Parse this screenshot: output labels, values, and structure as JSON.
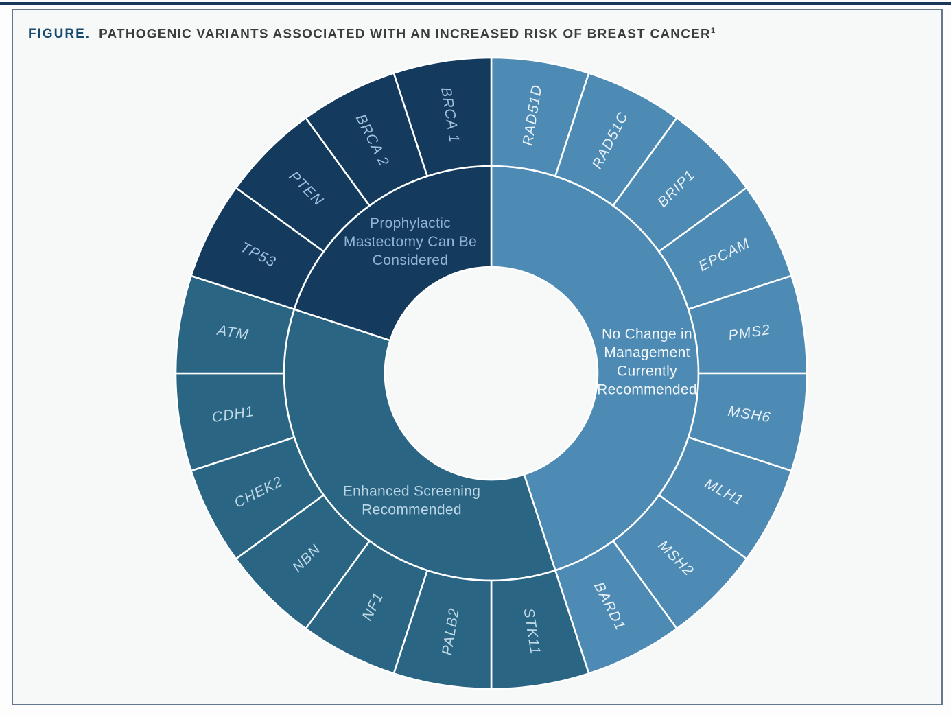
{
  "page": {
    "title_prefix": "FIGURE.",
    "title_text": "PATHOGENIC VARIANTS ASSOCIATED WITH AN INCREASED RISK OF BREAST CANCER",
    "title_superscript": "1"
  },
  "colors": {
    "no_change": "#4d8ab4",
    "enhanced": "#2a6584",
    "prophylactic": "#143a5e",
    "separator": "#ffffff",
    "gene_label_on_no_change": "#e9f1f7",
    "gene_label_on_enhanced": "#bfd8e6",
    "gene_label_on_prophylactic": "#a0c0db",
    "group_label_on_no_change": "#f2f7fb",
    "group_label_on_enhanced": "#bdd6e5",
    "group_label_on_prophylactic": "#8fb5d2",
    "title_prefix": "#174a6f",
    "title_text": "#3b3c3e",
    "top_rule": "#18375b",
    "card_border": "#64778c",
    "card_background": "#f7f8f8"
  },
  "chart_data": {
    "type": "sunburst",
    "title": "FIGURE. PATHOGENIC VARIANTS ASSOCIATED WITH AN INCREASED RISK OF BREAST CANCER",
    "description": "Two-ring donut (sunburst): inner ring = management recommendation category, outer ring = pathogenic gene variants; 20 equal outer segments of 18 degrees each, angles measured clockwise from 12 o'clock",
    "segment_angle_deg": 18,
    "legend_position": "none",
    "grid": false,
    "groups": [
      {
        "id": "no_change",
        "label": "No Change in Management Currently Recommended",
        "label_lines": [
          "No Change in",
          "Management",
          "Currently",
          "Recommended"
        ],
        "start_angle": 0,
        "end_angle": 162,
        "color_key": "no_change",
        "gene_count": 9,
        "genes": [
          "RAD51D",
          "RAD51C",
          "BRIP1",
          "EPCAM",
          "PMS2",
          "MSH6",
          "MLH1",
          "MSH2",
          "BARD1"
        ],
        "label_pos": [
          227,
          -17
        ]
      },
      {
        "id": "enhanced",
        "label": "Enhanced Screening Recommended",
        "label_lines": [
          "Enhanced Screening",
          "Recommended"
        ],
        "start_angle": 162,
        "end_angle": 288,
        "color_key": "enhanced",
        "gene_count": 7,
        "genes": [
          "STK11",
          "PALB2",
          "NF1",
          "NBN",
          "CHEK2",
          "CDH1",
          "ATM"
        ],
        "label_pos": [
          -116,
          185
        ]
      },
      {
        "id": "prophylactic",
        "label": "Prophylactic Mastectomy Can Be Considered",
        "label_lines": [
          "Prophylactic",
          "Mastectomy Can Be",
          "Considered"
        ],
        "start_angle": 288,
        "end_angle": 360,
        "color_key": "prophylactic",
        "gene_count": 4,
        "genes": [
          "TP53",
          "PTEN",
          "BRCA 2",
          "BRCA 1"
        ],
        "label_pos": [
          -118,
          -192
        ]
      }
    ]
  }
}
